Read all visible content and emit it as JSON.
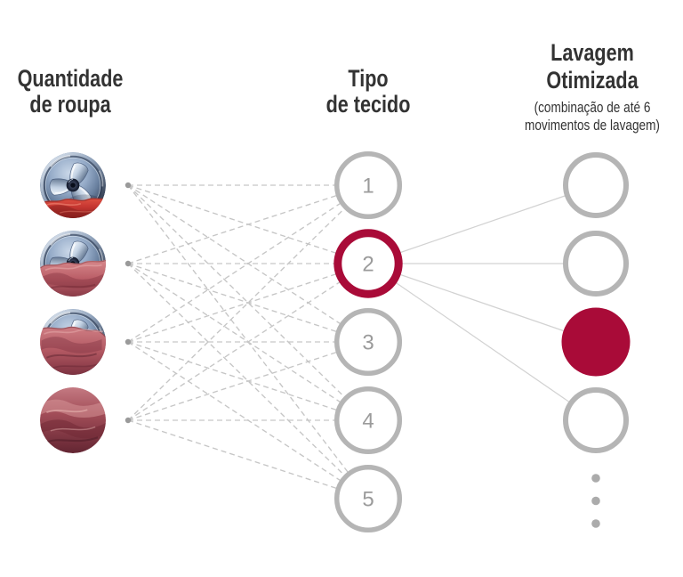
{
  "diagram_title": "AI DD laundry optimization diagram",
  "colors": {
    "accent": "#a90b38",
    "node_gray": "#b5b5b5",
    "link_dashed_gray": "#c9c9c9",
    "link_solid_gray": "#d2d2d2",
    "title_text": "#333333",
    "node_label_gray": "#9b9b9b"
  },
  "columns": {
    "laundry": {
      "title_line1": "Quantidade",
      "title_line2": "de roupa",
      "items": [
        {
          "icon": "washer-drum-small-load-photo"
        },
        {
          "icon": "washer-drum-medium-load-photo"
        },
        {
          "icon": "washer-drum-large-load-photo"
        },
        {
          "icon": "washer-drum-full-load-photo"
        }
      ]
    },
    "fabric": {
      "title_line1": "Tipo",
      "title_line2": "de tecido",
      "nodes": [
        {
          "label": "1",
          "highlighted": false
        },
        {
          "label": "2",
          "highlighted": true
        },
        {
          "label": "3",
          "highlighted": false
        },
        {
          "label": "4",
          "highlighted": false
        },
        {
          "label": "5",
          "highlighted": false
        }
      ]
    },
    "wash": {
      "title_line1": "Lavagem",
      "title_line2": "Otimizada",
      "subtitle_line1": "(combinação de até 6",
      "subtitle_line2": "movimentos de lavagem)",
      "nodes": [
        {
          "filled": false
        },
        {
          "filled": false
        },
        {
          "filled": true
        },
        {
          "filled": false
        }
      ],
      "ellipsis_dots": 3
    }
  }
}
